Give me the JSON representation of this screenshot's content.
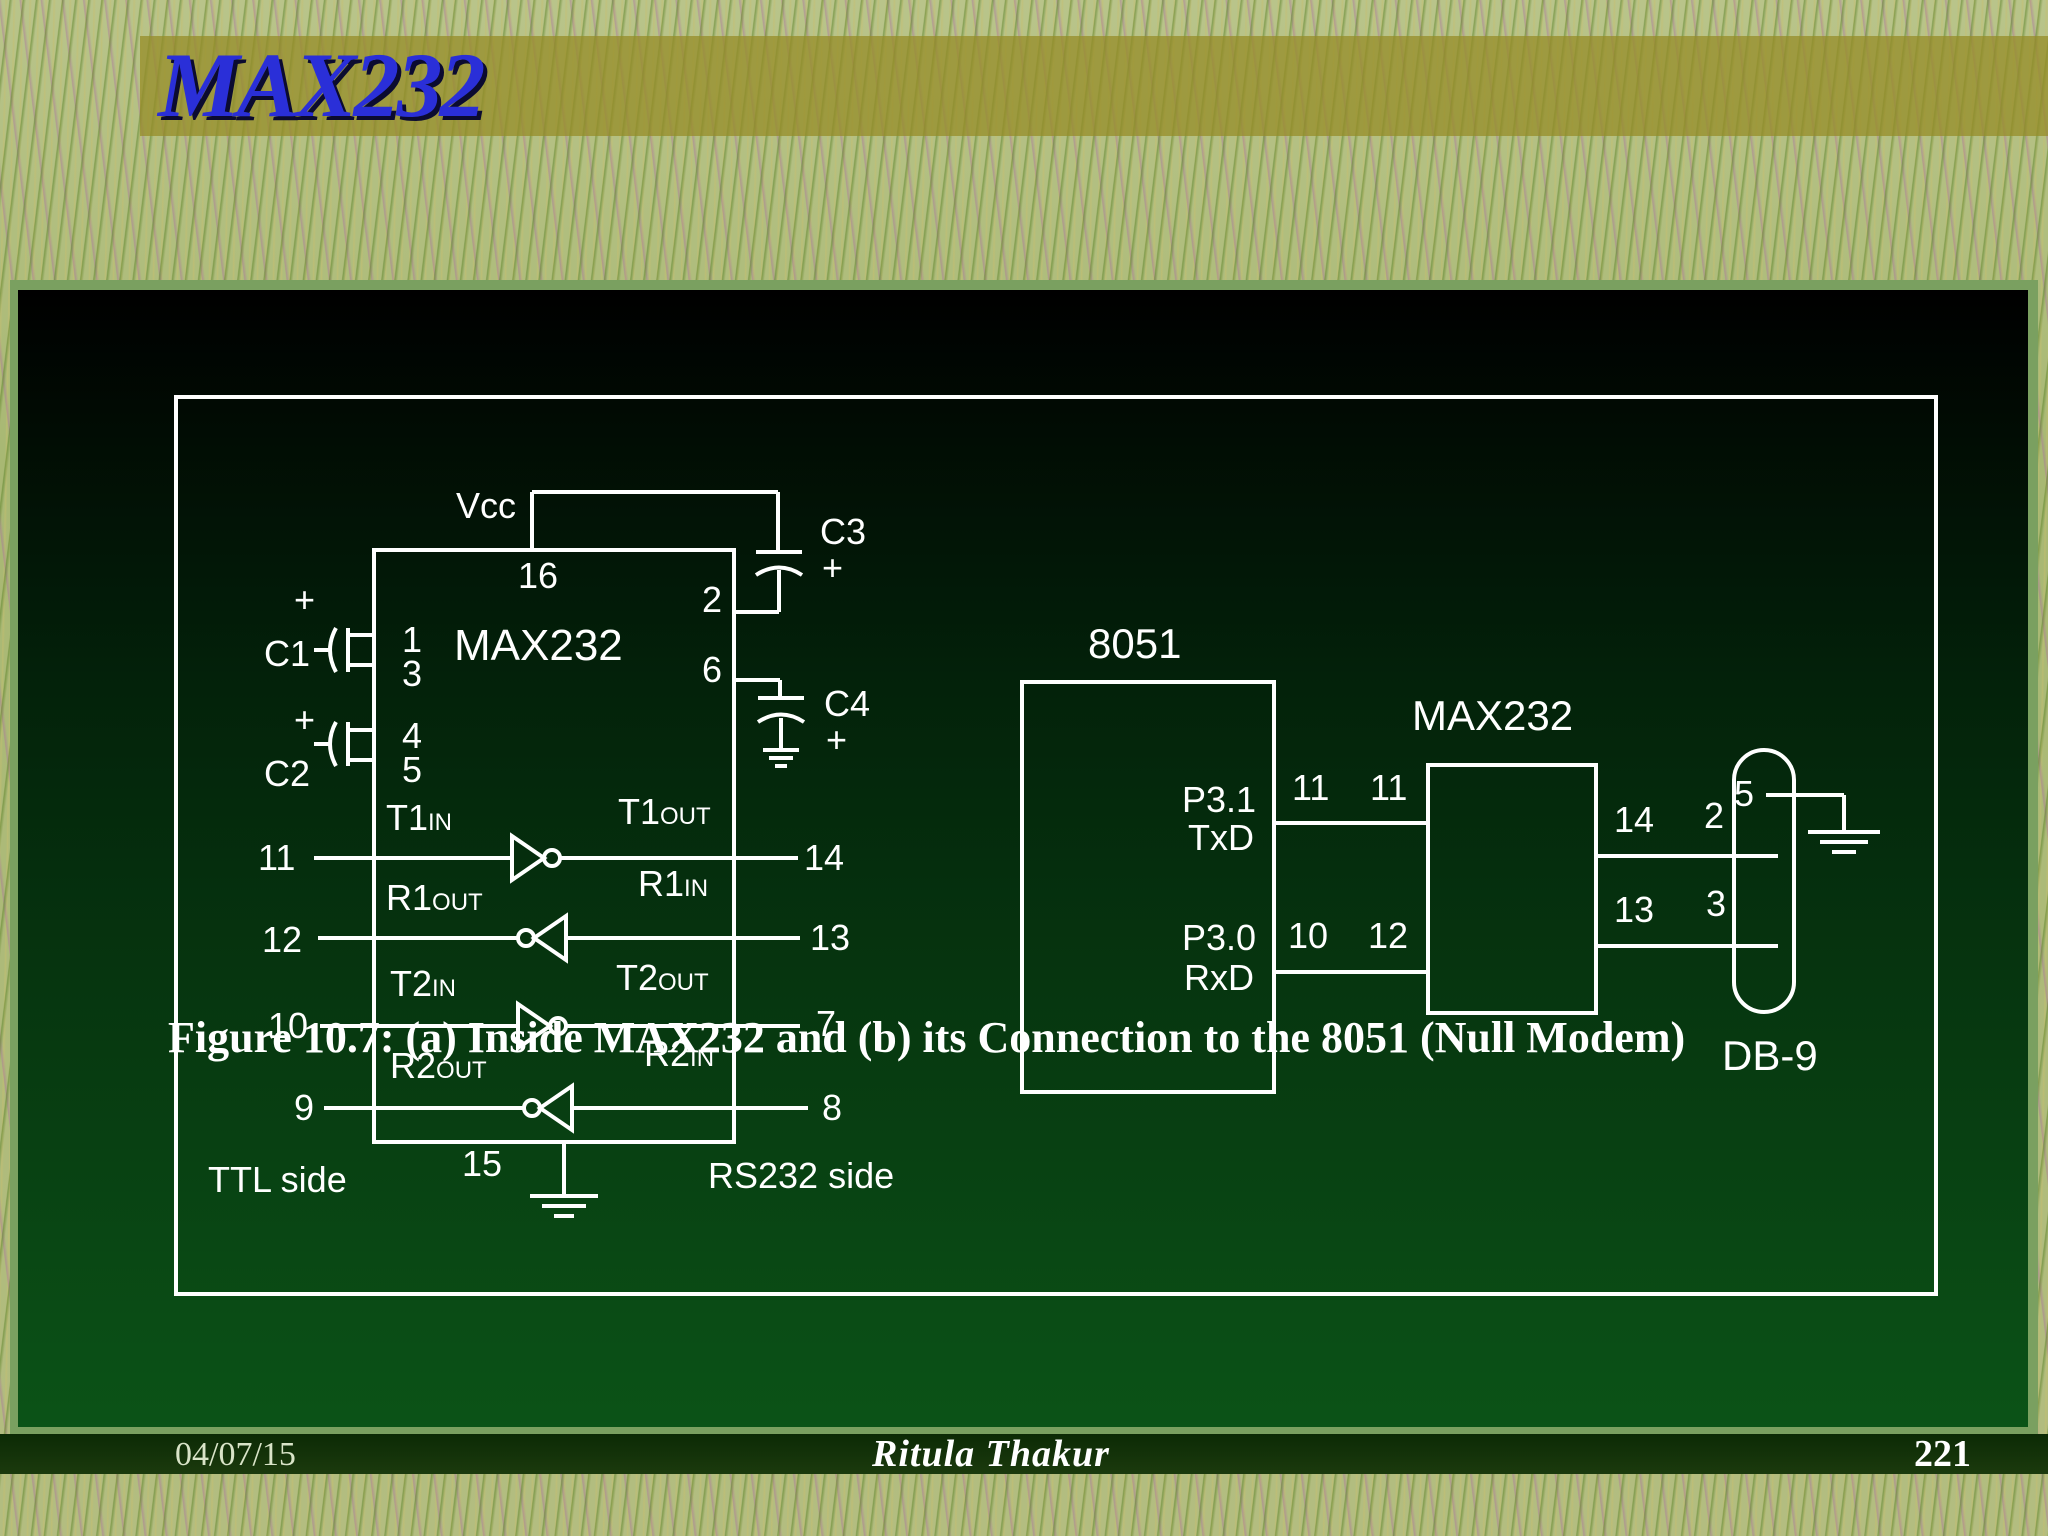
{
  "slide": {
    "title": "MAX232",
    "caption": "Figure 10.7: (a) Inside MAX232 and (b) its Connection to the 8051 (Null Modem)",
    "footer": {
      "date": "04/07/15",
      "author": "Ritula Thakur",
      "page": "221"
    }
  },
  "diagram_a": {
    "chip_name": "MAX232",
    "vcc": "Vcc",
    "caps": {
      "c1": "C1",
      "c2": "C2",
      "c3": "C3",
      "c4": "C4",
      "plus": "+"
    },
    "pins": {
      "p16": "16",
      "p2": "2",
      "p6": "6",
      "p1": "1",
      "p3": "3",
      "p4": "4",
      "p5": "5",
      "p15": "15",
      "p11": "11",
      "p14": "14",
      "p12": "12",
      "p13": "13",
      "p10": "10",
      "p7": "7",
      "p9": "9",
      "p8": "8"
    },
    "signals": {
      "t1in": {
        "main": "T1",
        "sub": "IN"
      },
      "t1out": {
        "main": "T1",
        "sub": "OUT"
      },
      "r1out": {
        "main": "R1",
        "sub": "OUT"
      },
      "r1in": {
        "main": "R1",
        "sub": "IN"
      },
      "t2in": {
        "main": "T2",
        "sub": "IN"
      },
      "t2out": {
        "main": "T2",
        "sub": "OUT"
      },
      "r2out": {
        "main": "R2",
        "sub": "OUT"
      },
      "r2in": {
        "main": "R2",
        "sub": "IN"
      }
    },
    "ttl_side": "TTL side",
    "rs232_side": "RS232 side"
  },
  "diagram_b": {
    "mcu": "8051",
    "chip": "MAX232",
    "connector": "DB-9",
    "p31": "P3.1",
    "txd": "TxD",
    "p30": "P3.0",
    "rxd": "RxD",
    "pins": {
      "mcu11": "11",
      "max11": "11",
      "mcu10": "10",
      "max12": "12",
      "max14": "14",
      "db2": "2",
      "max13": "13",
      "db3": "3",
      "db5": "5"
    }
  }
}
